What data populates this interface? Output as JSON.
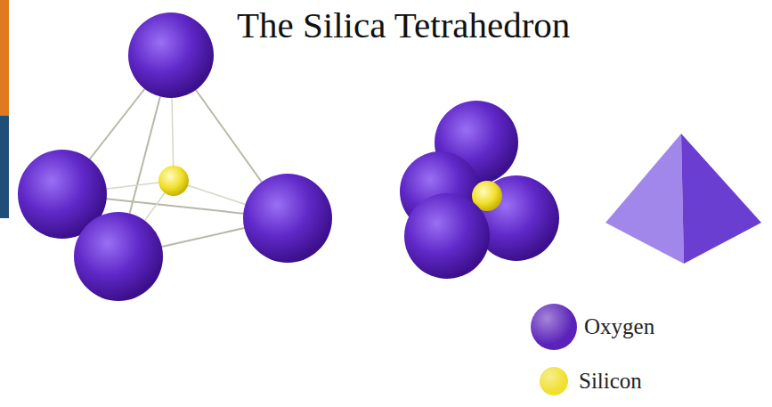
{
  "diagram": {
    "title": "The Silica Tetrahedron",
    "legend": [
      {
        "text": "Oxygen",
        "color": "#5a22b8"
      },
      {
        "text": "Silicon",
        "color": "#f0e030"
      }
    ]
  }
}
